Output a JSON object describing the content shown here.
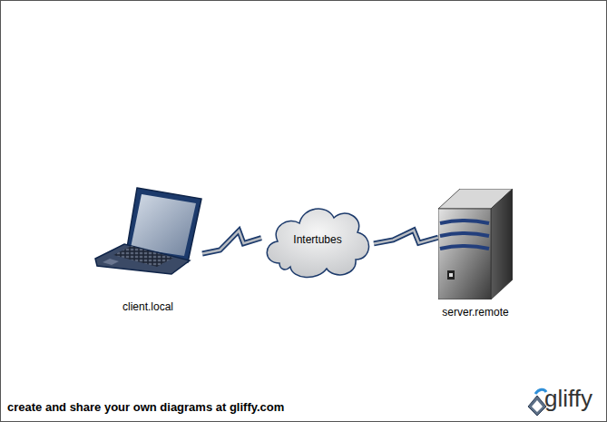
{
  "diagram": {
    "nodes": [
      {
        "text": [
          "client.local"
        ]
      },
      {
        "text": [
          "Intertubes"
        ]
      },
      {
        "text": [
          "server.remote"
        ]
      }
    ],
    "edges": [
      {
        "from": 0,
        "to": 1,
        "arrow": "none"
      },
      {
        "from": 1,
        "to": 2,
        "arrow": "none"
      }
    ],
    "labels": [
      "create and share your own diagrams at gliffy.com",
      "gliffy"
    ]
  }
}
